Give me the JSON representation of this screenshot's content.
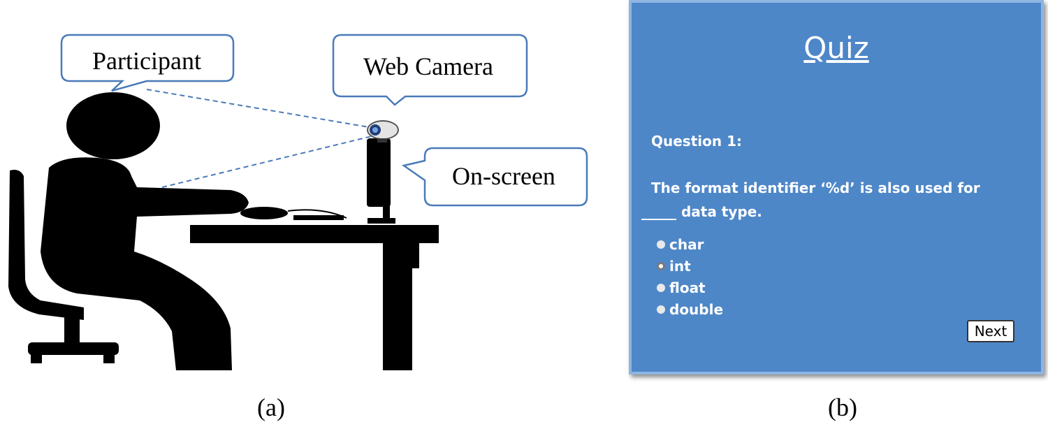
{
  "panel_a": {
    "labels": {
      "participant": "Participant",
      "web_camera": "Web Camera",
      "on_screen": "On-screen"
    },
    "caption": "(a)"
  },
  "panel_b": {
    "quiz": {
      "title": "Quiz",
      "question_label": "Question 1:",
      "question_text": "The format identifier ‘%d’ is also used for _____ data type.",
      "options": [
        {
          "label": "char",
          "selected": false
        },
        {
          "label": "int",
          "selected": true
        },
        {
          "label": "float",
          "selected": false
        },
        {
          "label": "double",
          "selected": false
        }
      ],
      "next_label": "Next"
    },
    "caption": "(b)"
  },
  "colors": {
    "quiz_background": "#4e87c8",
    "quiz_border": "#8fb5e2",
    "callout_border": "#4a7ab8",
    "sight_line": "#4a7ab8",
    "silhouette": "#000000"
  },
  "icons": [
    "person-silhouette-icon",
    "chair-icon",
    "desk-icon",
    "monitor-icon",
    "webcam-icon",
    "mouse-icon",
    "keyboard-icon"
  ]
}
